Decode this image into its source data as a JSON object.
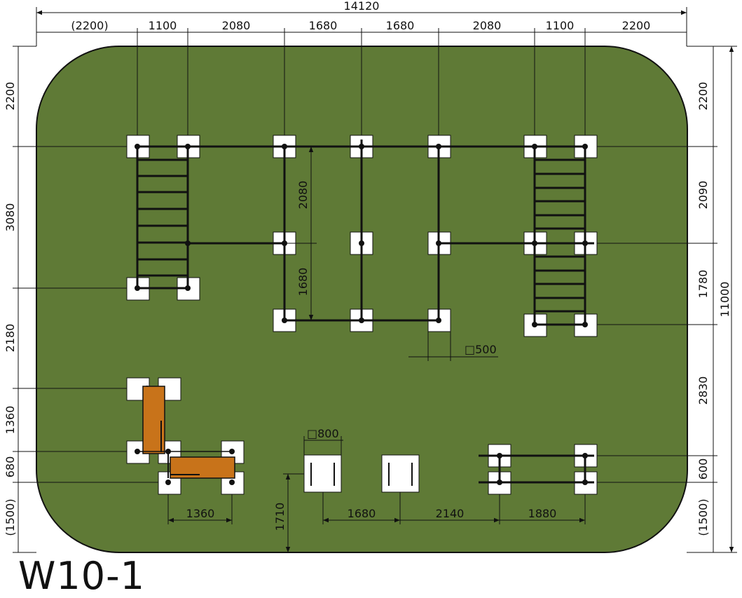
{
  "title": "W10-1",
  "colors": {
    "ground": "#5f7a36",
    "bench": "#c8731a",
    "pad": "#ffffff",
    "line": "#111111"
  },
  "dimensions": {
    "top_total": "14120",
    "top": [
      "(2200)",
      "1100",
      "2080",
      "1680",
      "1680",
      "2080",
      "1100",
      "2200"
    ],
    "left": [
      "2200",
      "3080",
      "2180",
      "1360",
      "680",
      "(1500)"
    ],
    "right": [
      "2200",
      "2090",
      "1780",
      "2830",
      "600",
      "(1500)"
    ],
    "right_total": "11000",
    "inner_vertical": [
      "2080",
      "1680"
    ],
    "bottom": [
      "1360",
      "1680",
      "2140",
      "1880"
    ],
    "vertical_1710": "1710",
    "pad_500": "□500",
    "pad_800": "□800"
  }
}
